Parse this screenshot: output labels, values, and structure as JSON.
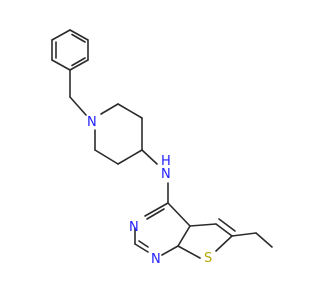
{
  "molecule": {
    "atoms": [
      {
        "id": "n_pip",
        "symbol": "N",
        "color": "#1f1fff"
      },
      {
        "id": "n_amine",
        "symbol": "N",
        "color": "#1f1fff"
      },
      {
        "id": "h_amine",
        "symbol": "H",
        "color": "#1f1fff"
      },
      {
        "id": "n_pyr1",
        "symbol": "N",
        "color": "#1f1fff"
      },
      {
        "id": "n_pyr2",
        "symbol": "N",
        "color": "#1f1fff"
      },
      {
        "id": "s_thio",
        "symbol": "S",
        "color": "#b8a800"
      }
    ],
    "bond_color": "#2b2b2b",
    "background": "#ffffff"
  }
}
